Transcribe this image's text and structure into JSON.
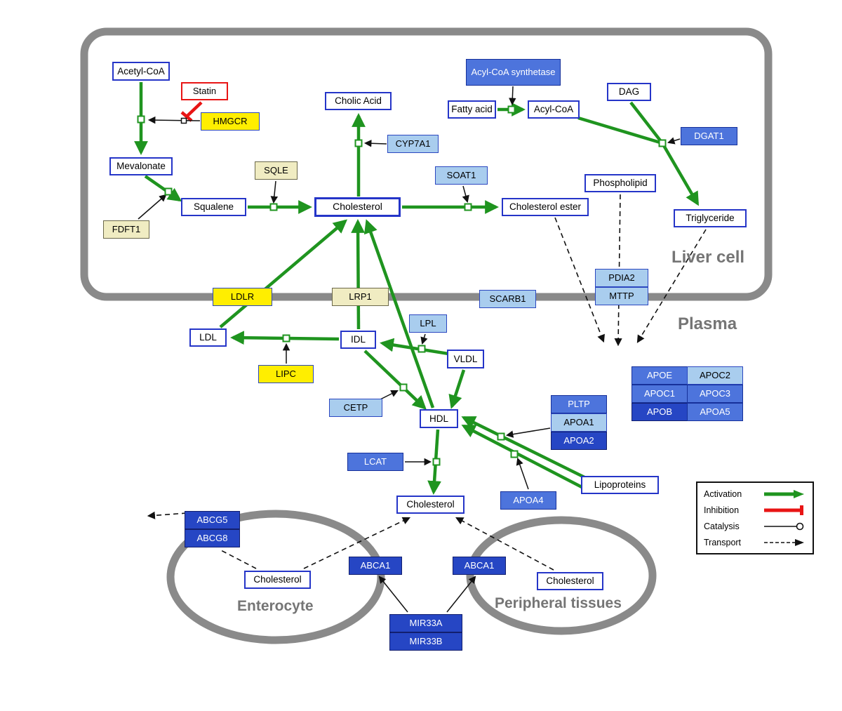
{
  "compartments": {
    "liver": "Liver cell",
    "plasma": "Plasma",
    "enterocyte": "Enterocyte",
    "peripheral": "Peripheral tissues"
  },
  "nodes": {
    "acetyl_coa": "Acetyl-CoA",
    "statin": "Statin",
    "hmgcr": "HMGCR",
    "mevalonate": "Mevalonate",
    "sqle": "SQLE",
    "fdft1": "FDFT1",
    "squalene": "Squalene",
    "cholic_acid": "Cholic Acid",
    "cyp7a1": "CYP7A1",
    "cholesterol_liver": "Cholesterol",
    "soat1": "SOAT1",
    "cholesterol_ester": "Cholesterol ester",
    "acyl_coa_synthetase": "Acyl-CoA synthetase",
    "fatty_acid": "Fatty acid",
    "acyl_coa": "Acyl-CoA",
    "dag": "DAG",
    "dgat1": "DGAT1",
    "phospholipid": "Phospholipid",
    "triglyceride": "Triglyceride",
    "ldlr": "LDLR",
    "lrp1": "LRP1",
    "scarb1": "SCARB1",
    "pdia2": "PDIA2",
    "mttp": "MTTP",
    "ldl": "LDL",
    "idl": "IDL",
    "lpl": "LPL",
    "vldl": "VLDL",
    "lipc": "LIPC",
    "cetp": "CETP",
    "hdl": "HDL",
    "pltp": "PLTP",
    "apoa1": "APOA1",
    "apoa2": "APOA2",
    "apoe": "APOE",
    "apoc2": "APOC2",
    "apoc1": "APOC1",
    "apoc3": "APOC3",
    "apob": "APOB",
    "apoa5": "APOA5",
    "lcat": "LCAT",
    "apoa4": "APOA4",
    "lipoproteins": "Lipoproteins",
    "cholesterol_plasma": "Cholesterol",
    "abcg5": "ABCG5",
    "abcg8": "ABCG8",
    "cholesterol_enterocyte": "Cholesterol",
    "abca1_enterocyte": "ABCA1",
    "abca1_peripheral": "ABCA1",
    "cholesterol_peripheral": "Cholesterol",
    "mir33a": "MIR33A",
    "mir33b": "MIR33B"
  },
  "legend": {
    "activation": "Activation",
    "inhibition": "Inhibition",
    "catalysis": "Catalysis",
    "transport": "Transport"
  },
  "colors": {
    "activation_green": "#1f941f",
    "inhibition_red": "#e81414",
    "membrane_gray": "#8a8a8a",
    "metabolite_border_blue": "#2535c8",
    "gene_yellow": "#ffee00",
    "gene_pale_yellow": "#f0ecc2",
    "gene_light_blue": "#a9cdee",
    "gene_medium_blue": "#4d74dc",
    "gene_dark_blue": "#2646c4"
  }
}
